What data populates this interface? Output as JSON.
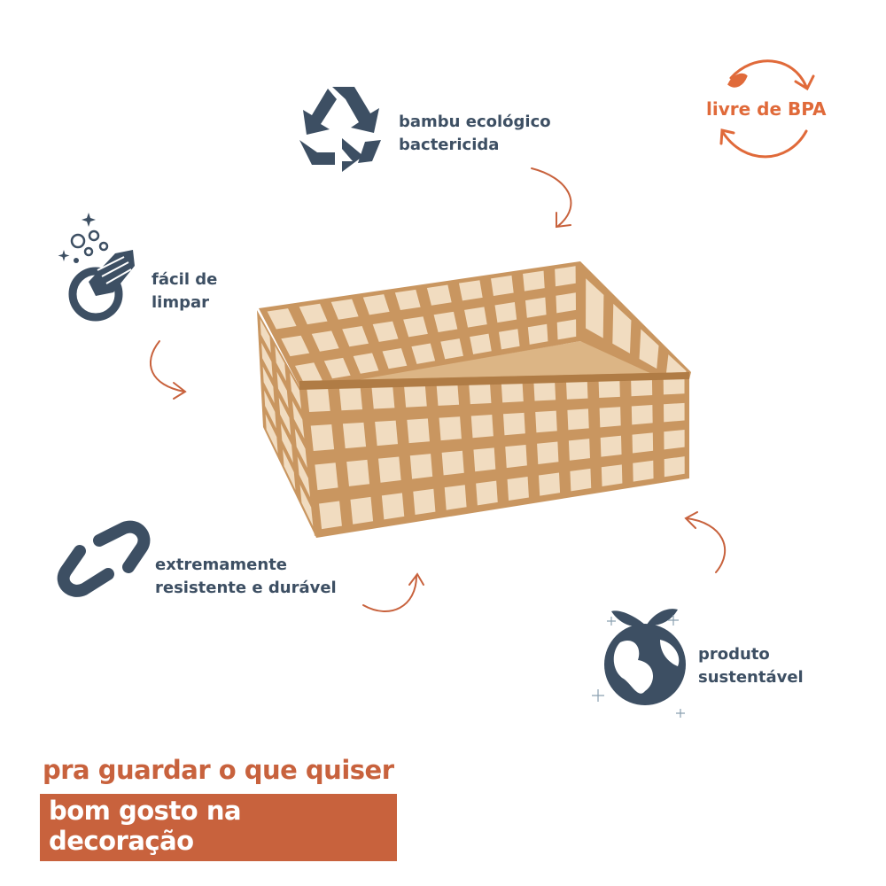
{
  "features": {
    "bamboo": {
      "line1": "bambu ecológico",
      "line2": "bactericida",
      "icon": "recycle-icon"
    },
    "bpa": {
      "label": "livre de BPA",
      "icon": "cycle-arrows-icon"
    },
    "clean": {
      "line1": "fácil de",
      "line2": "limpar",
      "icon": "hand-washing-icon"
    },
    "durable": {
      "line1": "extremamente",
      "line2": "resistente e durável",
      "icon": "chain-link-icon"
    },
    "sustainable": {
      "line1": "produto",
      "line2": "sustentável",
      "icon": "earth-leaf-icon"
    }
  },
  "tagline": {
    "line1": "pra guardar o que quiser",
    "line2": "bom gosto na decoração"
  },
  "colors": {
    "navy": "#3d4f63",
    "accent": "#c8623d",
    "bpa": "#e06a3a",
    "wood": "#c99660"
  }
}
